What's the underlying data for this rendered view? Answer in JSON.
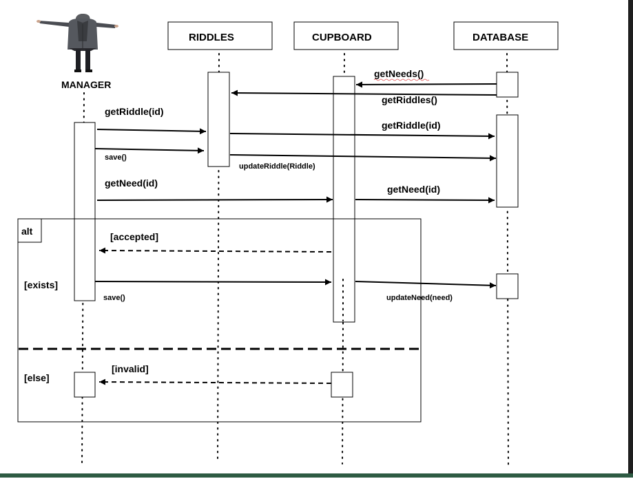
{
  "actors": {
    "manager": "MANAGER",
    "riddles": "RIDDLES",
    "cupboard": "CUPBOARD",
    "database": "DATABASE"
  },
  "messages": {
    "get_needs": "getNeeds()",
    "get_riddles": "getRiddles()",
    "get_riddle_mgr": "getRiddle(id)",
    "get_riddle_db": "getRiddle(id)",
    "save_1": "save()",
    "update_riddle": "updateRiddle(Riddle)",
    "get_need_mgr": "getNeed(id)",
    "get_need_db": "getNeed(id)",
    "accepted": "[accepted]",
    "exists": "[exists]",
    "save_2": "save()",
    "update_need": "updateNeed(need)",
    "else": "[else]",
    "invalid": "[invalid]"
  },
  "fragment": {
    "operator": "alt"
  },
  "colors": {
    "line": "#000000",
    "error_underline": "#e05050",
    "bottom_bar": "#2e5b43",
    "right_border": "#1e1e1e"
  }
}
